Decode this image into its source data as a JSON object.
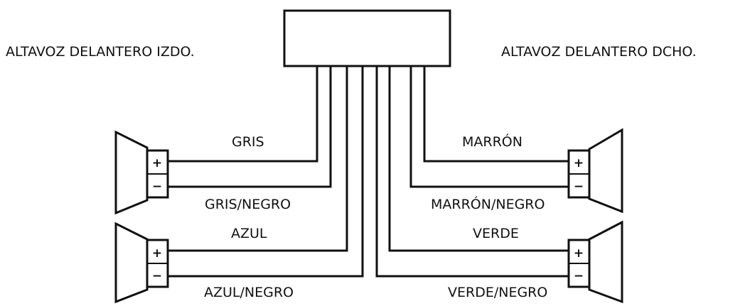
{
  "labels": {
    "left_speakers_title": "ALTAVOZ DELANTERO IZDO.",
    "right_speakers_title": "ALTAVOZ  DELANTERO DCHO."
  },
  "wires": [
    {
      "id": "gris",
      "label": "GRIS"
    },
    {
      "id": "gris-negro",
      "label": "GRIS/NEGRO"
    },
    {
      "id": "azul",
      "label": "AZUL"
    },
    {
      "id": "azul-negro",
      "label": "AZUL/NEGRO"
    },
    {
      "id": "marron",
      "label": "MARRÓN"
    },
    {
      "id": "marron-negro",
      "label": "MARRÓN/NEGRO"
    },
    {
      "id": "verde",
      "label": "VERDE"
    },
    {
      "id": "verde-negro",
      "label": "VERDE/NEGRO"
    }
  ],
  "terminals": {
    "plus": "+",
    "minus": "−"
  }
}
